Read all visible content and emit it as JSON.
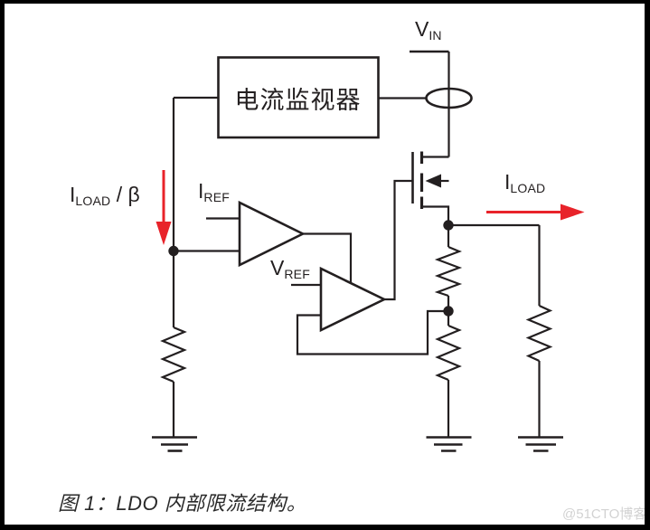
{
  "colors": {
    "line": "#231f20",
    "accent": "#e8232a",
    "caption_text": "#2a2a2a",
    "watermark_text": "#d2d2d2",
    "background": "#ffffff",
    "frame": "#000000"
  },
  "diagram": {
    "type": "circuit-schematic",
    "blocks": {
      "current_monitor": "电流监视器"
    },
    "labels": {
      "vin": {
        "main": "V",
        "sub": "IN"
      },
      "iload_over_beta": {
        "main": "I",
        "sub": "LOAD",
        "suffix": " / β"
      },
      "iref": {
        "main": "I",
        "sub": "REF"
      },
      "vref": {
        "main": "V",
        "sub": "REF"
      },
      "iload": {
        "main": "I",
        "sub": "LOAD"
      }
    }
  },
  "caption": "图 1：LDO 内部限流结构。",
  "watermark": "@51CTO博客"
}
